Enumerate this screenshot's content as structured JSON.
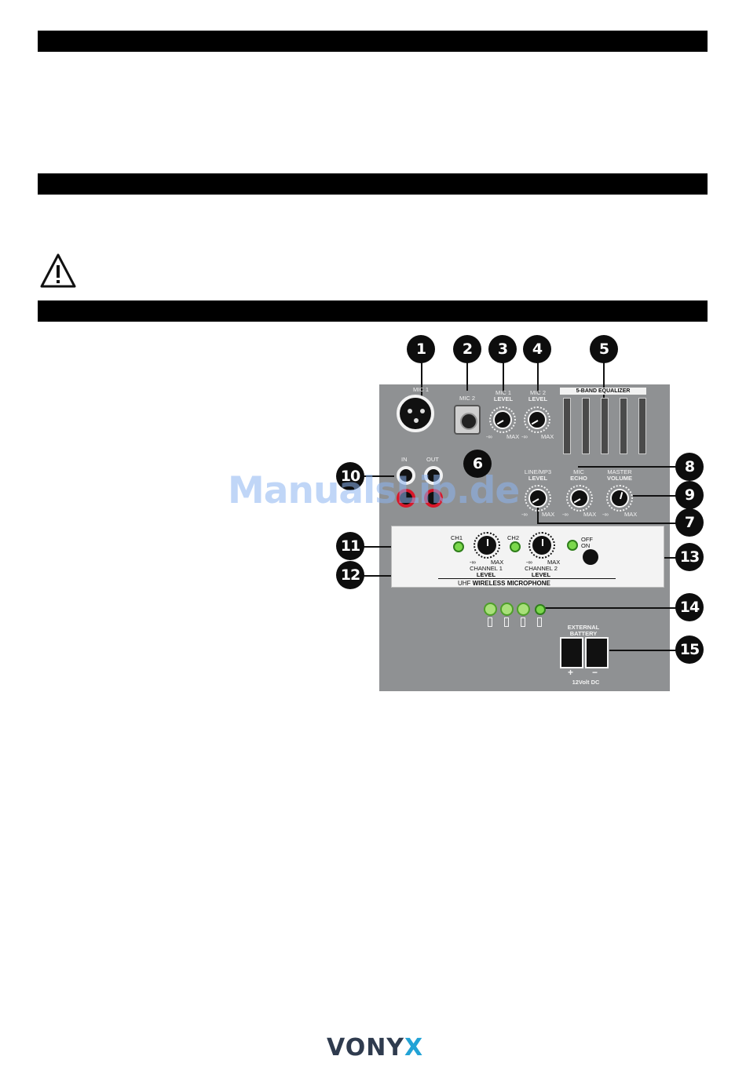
{
  "panel": {
    "callouts": [
      "1",
      "2",
      "3",
      "4",
      "5",
      "6",
      "7",
      "8",
      "9",
      "10",
      "11",
      "12",
      "13",
      "14",
      "15"
    ],
    "mic1_label": "MIC 1",
    "mic2_label": "MIC 2",
    "mic1_level": {
      "top": "MIC 1",
      "bottom": "LEVEL"
    },
    "mic2_level": {
      "top": "MIC 2",
      "bottom": "LEVEL"
    },
    "eq_title": "5-BAND EQUALIZER",
    "line_level": {
      "top": "LINE/MP3",
      "bottom": "LEVEL"
    },
    "mic_echo": {
      "top": "MIC",
      "bottom": "ECHO"
    },
    "master_volume": {
      "top": "MASTER",
      "bottom": "VOLUME"
    },
    "min_label": "-∞",
    "max_label": "MAX",
    "in_label": "IN",
    "out_label": "OUT",
    "ch1_label": "CH1",
    "ch2_label": "CH2",
    "channel1": {
      "top": "CHANNEL 1",
      "bottom": "LEVEL"
    },
    "channel2": {
      "top": "CHANNEL 2",
      "bottom": "LEVEL"
    },
    "off_label": "OFF",
    "on_label": "ON",
    "wireless_title": {
      "prefix": "UHF",
      "main": "WIRELESS MICROPHONE"
    },
    "external_battery": {
      "line1": "EXTERNAL",
      "line2": "BATTERY"
    },
    "dc_label": "12Volt DC",
    "plus": "+",
    "minus": "−"
  },
  "brand": {
    "main": "VONY",
    "accent": "X"
  },
  "watermark": "ManualsLib.de"
}
